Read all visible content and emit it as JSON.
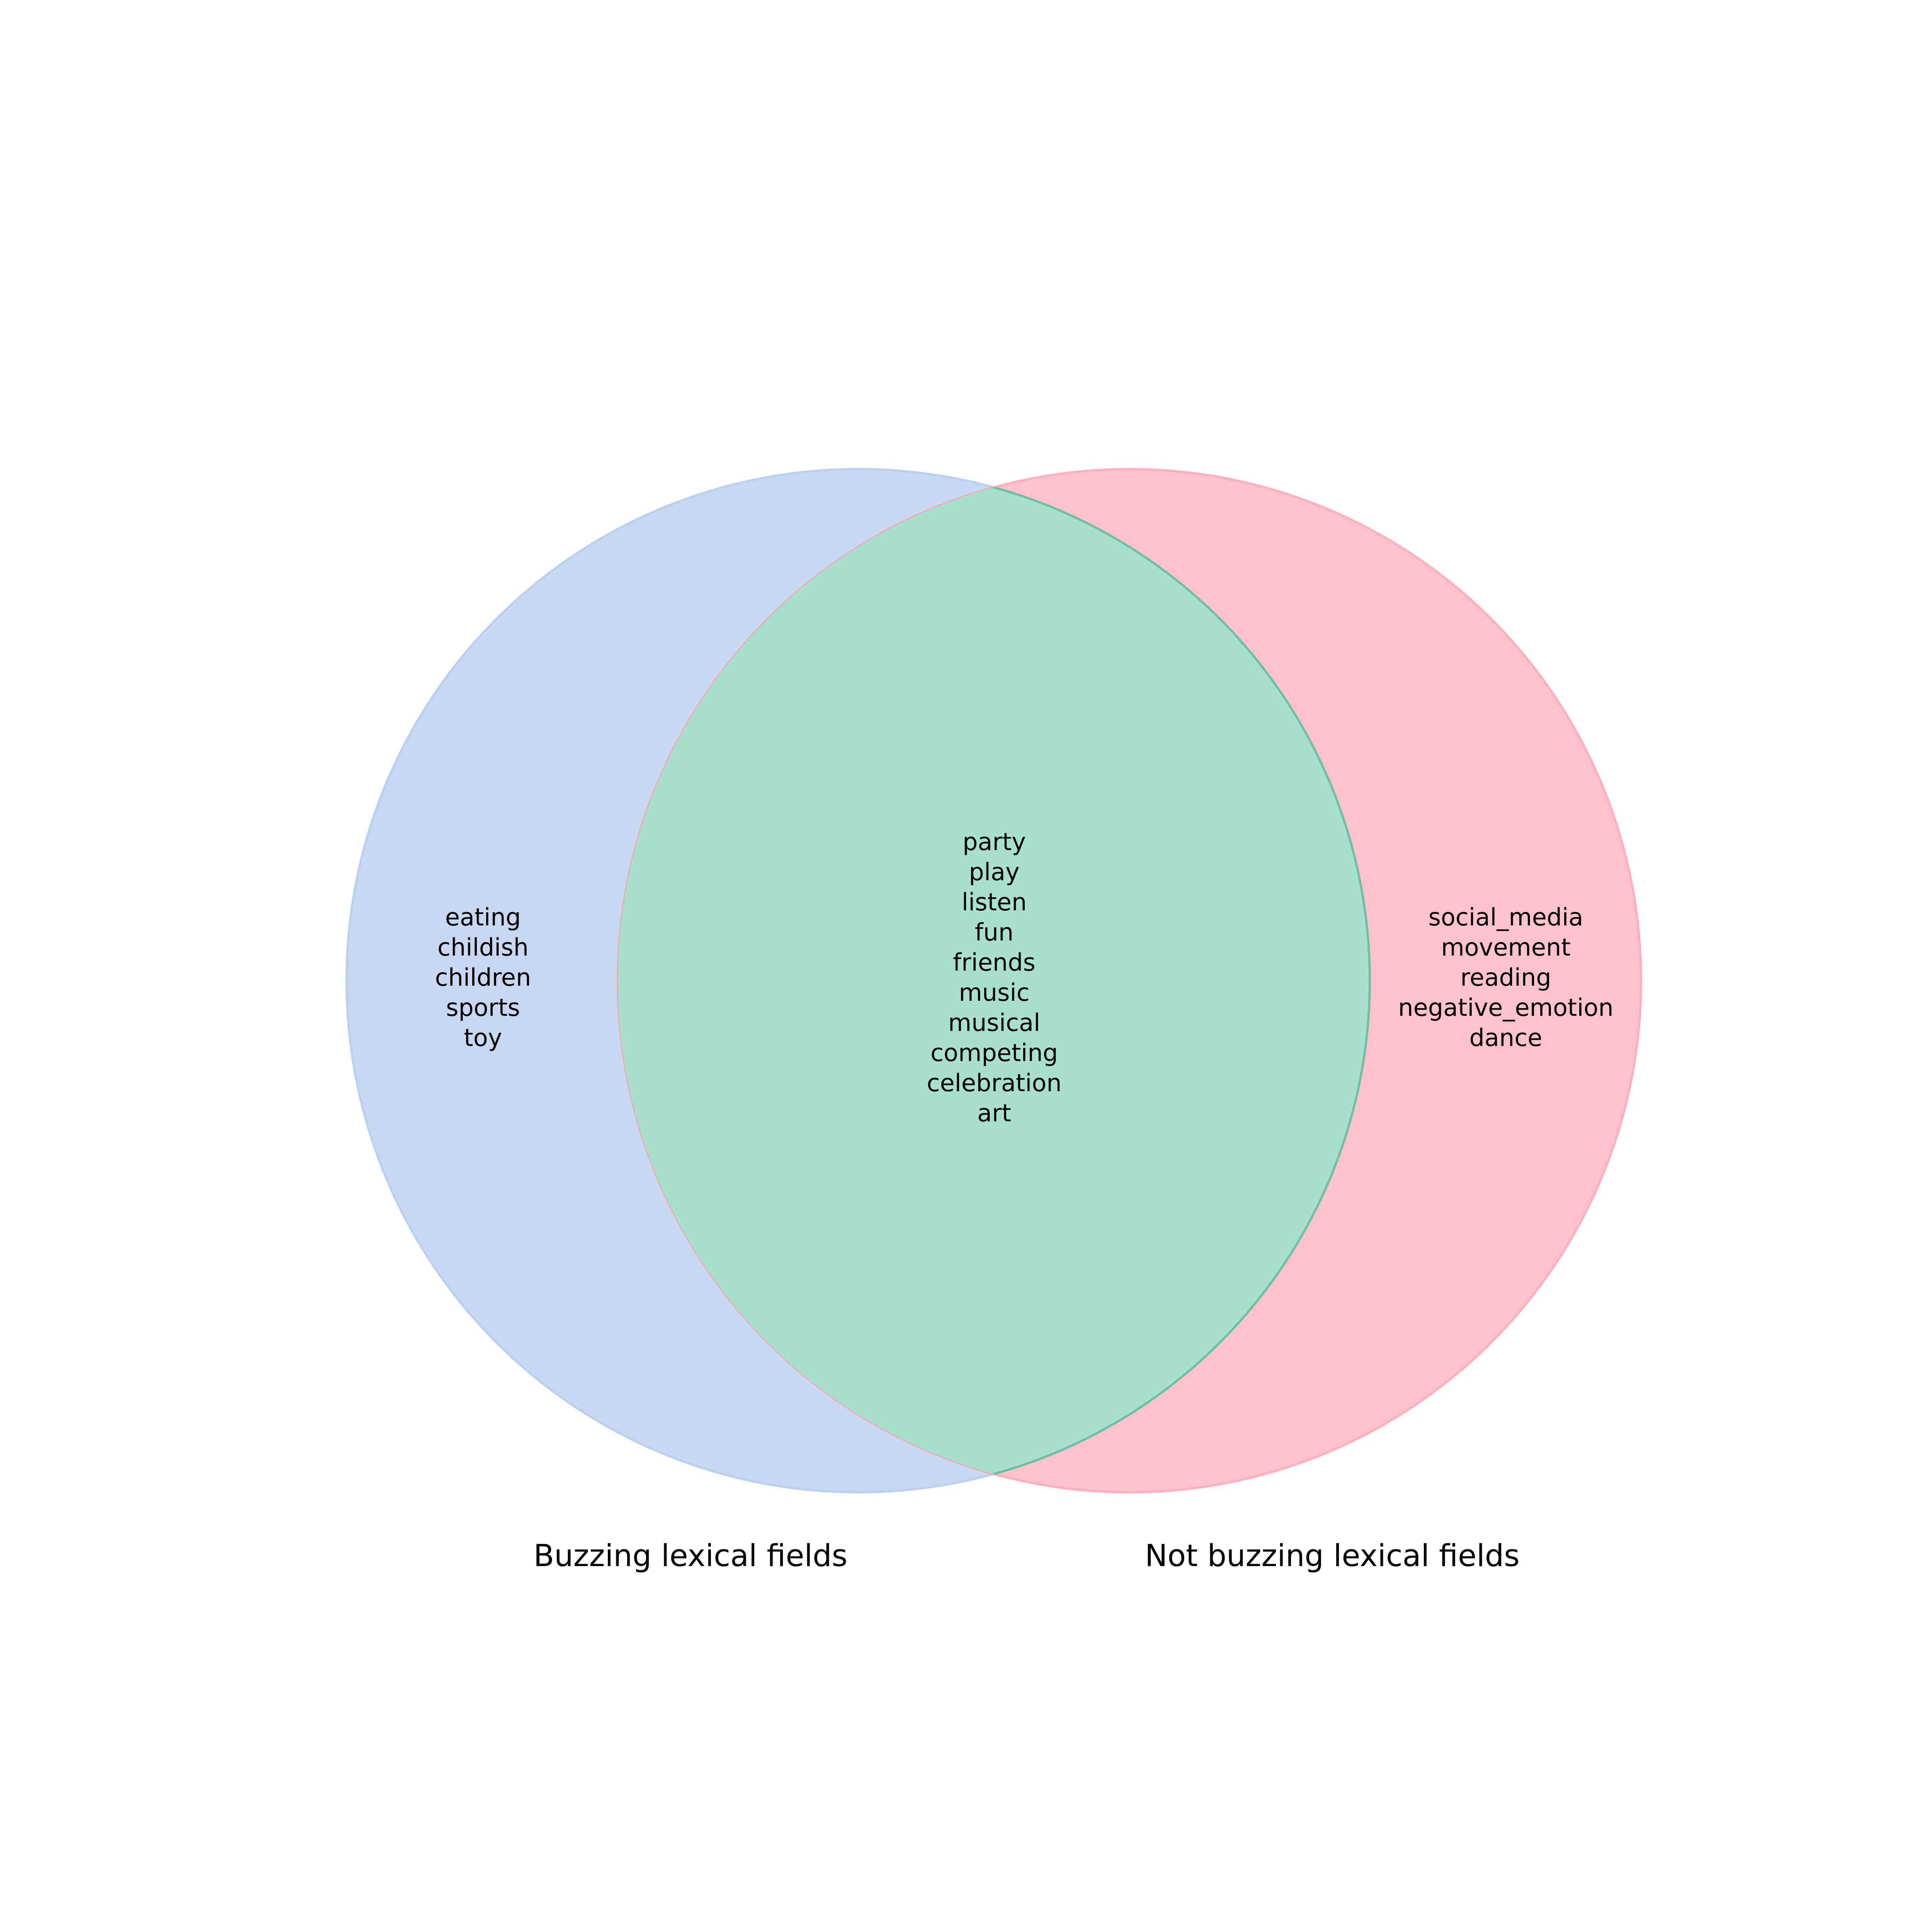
{
  "sets": [
    {
      "label": "Buzzing lexical fields",
      "fill_color": "#b9cdef",
      "stroke_color": "#a9c2ea",
      "only_items": [
        "eating",
        "childish",
        "children",
        "sports",
        "toy"
      ]
    },
    {
      "label": "Not buzzing lexical fields",
      "fill_color": "#ffb1bd",
      "stroke_color": "#ff9aaa",
      "only_items": [
        "social_media",
        "movement",
        "reading",
        "negative_emotion",
        "dance"
      ]
    }
  ],
  "intersection": {
    "fill_color": "#a7e1cb",
    "items": [
      "party",
      "play",
      "listen",
      "fun",
      "friends",
      "music",
      "musical",
      "competing",
      "celebration",
      "art"
    ]
  }
}
